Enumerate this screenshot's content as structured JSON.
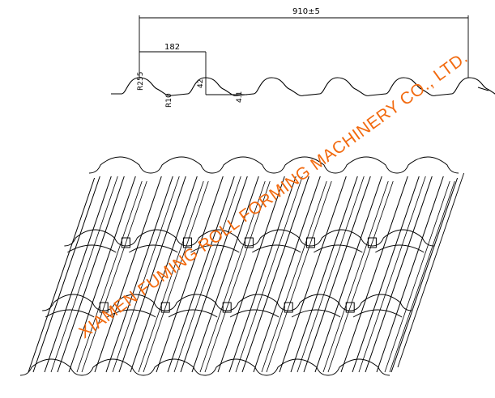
{
  "profile": {
    "overall_width_label": "910±5",
    "pitch_label": "182",
    "height_label": "42",
    "thickness_label": "4.1",
    "radius_large_label": "R255",
    "radius_small_label": "R10"
  },
  "watermark": {
    "text": "XIAMEN FUMING ROLL FORMING MACHINERY CO., LTD.",
    "color": "#f26a0f"
  },
  "colors": {
    "line": "#000000",
    "background": "#ffffff"
  }
}
